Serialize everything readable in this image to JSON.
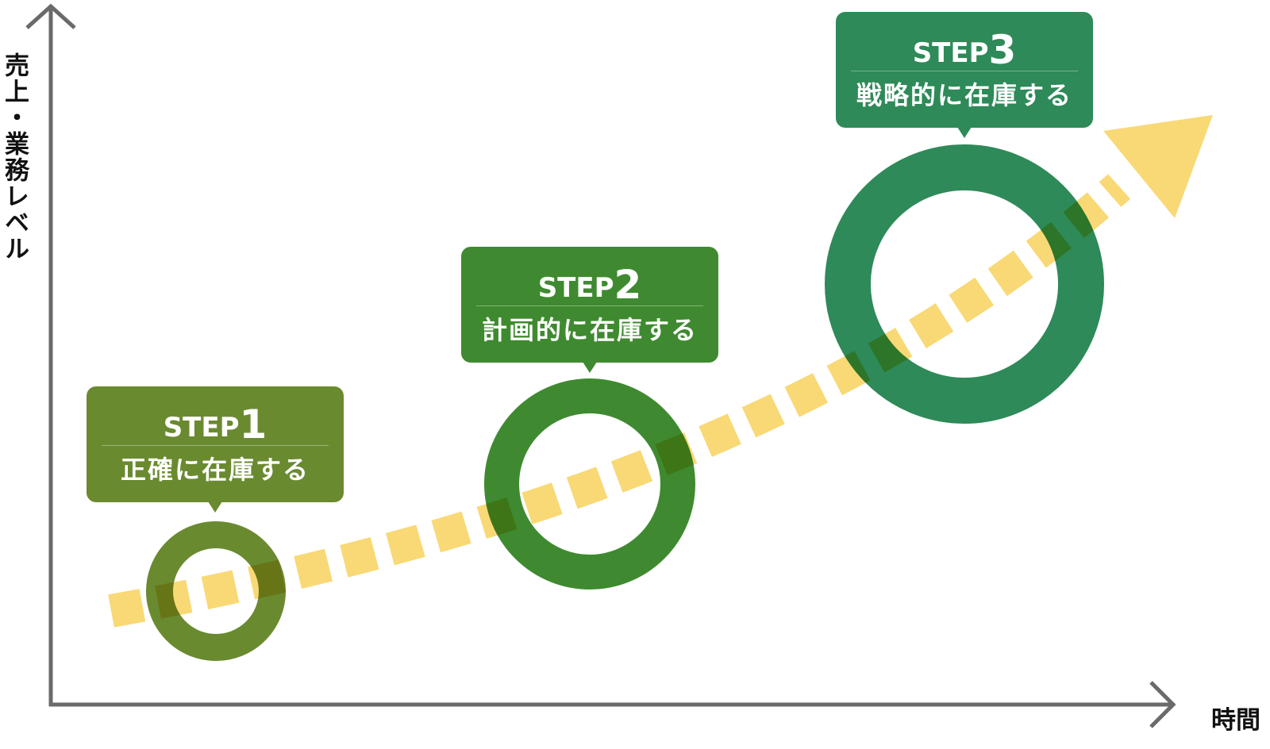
{
  "axes": {
    "y_label": "売上・業務レベル",
    "x_label": "時間"
  },
  "steps": [
    {
      "step_word": "STEP",
      "step_num": "1",
      "description": "正確に在庫する",
      "color": "#6a8a30"
    },
    {
      "step_word": "STEP",
      "step_num": "2",
      "description": "計画的に在庫する",
      "color": "#3f8a30"
    },
    {
      "step_word": "STEP",
      "step_num": "3",
      "description": "戦略的に在庫する",
      "color": "#2e8a58"
    }
  ],
  "colors": {
    "axis": "#6a6a6a",
    "dash_arrow": "#f7d66a",
    "step1": "#6a8a30",
    "step2": "#3f8a30",
    "step3": "#2e8a58"
  }
}
